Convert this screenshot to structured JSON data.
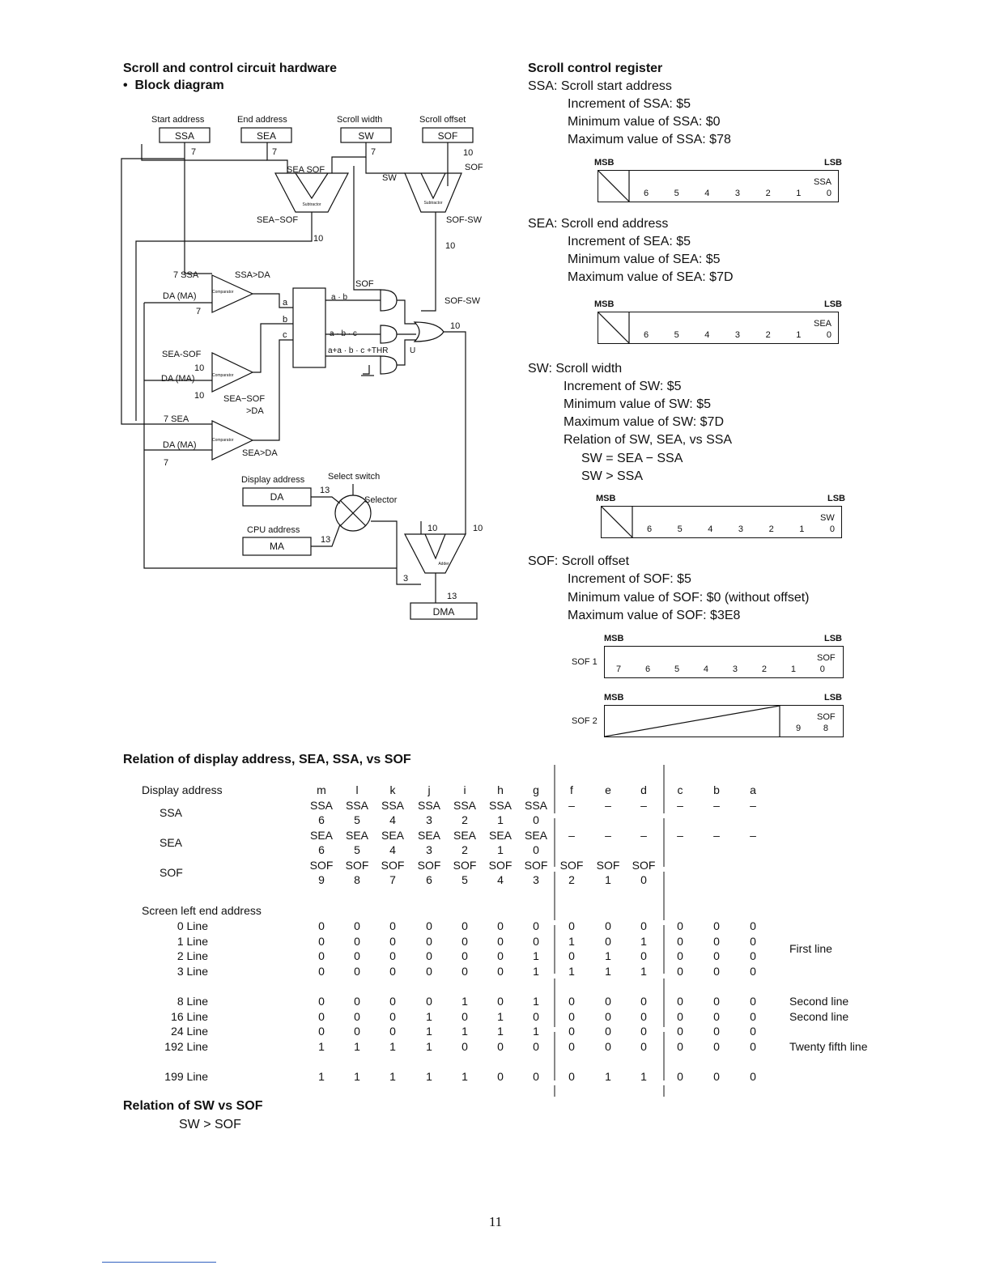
{
  "left_heading": "Scroll and control circuit hardware",
  "left_subheading": "Block diagram",
  "diagram": {
    "top_labels": [
      "Start address",
      "End address",
      "Scroll width",
      "Scroll offset"
    ],
    "top_regs": [
      "SSA",
      "SEA",
      "SW",
      "SOF"
    ],
    "labels": {
      "seven_a": "7",
      "seven_b": "7",
      "seven_c": "7",
      "ten_top": "10",
      "sof_side": "SOF",
      "sea_sof": "SEA SOF",
      "sw": "SW",
      "subtractor": "Subtractor",
      "sea_minus_sof": "SEA−SOF",
      "sof_sw": "SOF-SW",
      "ten_a": "10",
      "ten_b": "10",
      "ssa_in": "7  SSA",
      "ssa_gt_da": "SSA>DA",
      "comparator": "Comparator",
      "da_ma": "DA (MA)",
      "seven_d": "7",
      "sof_mid": "SOF",
      "ab": "a · b",
      "abc": "a · b · c",
      "long_expr": "a+a · b · c +THR",
      "u": "U",
      "sof_sw2": "SOF-SW",
      "ten_c": "10",
      "a": "a",
      "b": "b",
      "c": "c",
      "sea_sof2": "SEA-SOF",
      "ten_d": "10",
      "da_ma2": "DA (MA)",
      "ten_e": "10",
      "sea_sof_gt_da": "SEA−SOF",
      "gt_da": ">DA",
      "sea7": "7   SEA",
      "da_ma3": "DA (MA)",
      "sea_gt_da": "SEA>DA",
      "seven_e": "7",
      "display_address": "Display address",
      "select_switch": "Select switch",
      "da": "DA",
      "thirteen_a": "13",
      "selector": "Selector",
      "cpu_address": "CPU address",
      "ma": "MA",
      "thirteen_b": "13",
      "ten_f": "10",
      "ten_g": "10",
      "adder": "Adder",
      "three": "3",
      "thirteen_c": "13",
      "dma": "DMA"
    }
  },
  "right_heading": "Scroll control register",
  "registers": [
    {
      "lines": [
        "SSA:  Scroll start address",
        "Increment of SSA:  $5",
        "Minimum value of SSA:  $0",
        "Maximum value of SSA:  $78"
      ],
      "reg_name": "SSA",
      "bits": [
        "6",
        "5",
        "4",
        "3",
        "2",
        "1",
        "0"
      ]
    },
    {
      "lines": [
        "SEA:  Scroll end address",
        "Increment of SEA:  $5",
        "Minimum value of SEA:  $5",
        "Maximum value of SEA:  $7D"
      ],
      "reg_name": "SEA",
      "bits": [
        "6",
        "5",
        "4",
        "3",
        "2",
        "1",
        "0"
      ]
    },
    {
      "lines": [
        "SW:  Scroll width",
        "Increment of SW:  $5",
        "Minimum value of SW:  $5",
        "Maximum value of SW:  $7D",
        "Relation of SW, SEA, vs SSA",
        "SW = SEA − SSA",
        "SW > SSA"
      ],
      "reg_name": "SW",
      "bits": [
        "6",
        "5",
        "4",
        "3",
        "2",
        "1",
        "0"
      ]
    },
    {
      "lines": [
        "SOF:  Scroll offset",
        "Increment of SOF:  $5",
        "Minimum value of SOF:  $0 (without offset)",
        "Maximum value of SOF:  $3E8"
      ]
    }
  ],
  "msb": "MSB",
  "lsb": "LSB",
  "sof1": {
    "label": "SOF 1",
    "reg_name": "SOF",
    "bits": [
      "7",
      "6",
      "5",
      "4",
      "3",
      "2",
      "1",
      "0"
    ]
  },
  "sof2": {
    "label": "SOF 2",
    "reg_name": "SOF",
    "bits": [
      "9",
      "8"
    ]
  },
  "relation_heading": "Relation of display address, SEA, SSA, vs SOF",
  "table": {
    "col_letters": [
      "m",
      "l",
      "k",
      "j",
      "i",
      "h",
      "g",
      "f",
      "e",
      "d",
      "c",
      "b",
      "a"
    ],
    "header_rows": [
      {
        "label": "Display address"
      },
      {
        "label": "SSA",
        "top": [
          "SSA",
          "SSA",
          "SSA",
          "SSA",
          "SSA",
          "SSA",
          "SSA",
          "–",
          "–",
          "–",
          "–",
          "–",
          "–"
        ],
        "bottom": [
          "6",
          "5",
          "4",
          "3",
          "2",
          "1",
          "0",
          "",
          "",
          "",
          "",
          "",
          ""
        ]
      },
      {
        "label": "SEA",
        "top": [
          "SEA",
          "SEA",
          "SEA",
          "SEA",
          "SEA",
          "SEA",
          "SEA",
          "–",
          "–",
          "–",
          "–",
          "–",
          "–"
        ],
        "bottom": [
          "6",
          "5",
          "4",
          "3",
          "2",
          "1",
          "0",
          "",
          "",
          "",
          "",
          "",
          ""
        ]
      },
      {
        "label": "SOF",
        "top": [
          "SOF",
          "SOF",
          "SOF",
          "SOF",
          "SOF",
          "SOF",
          "SOF",
          "SOF",
          "SOF",
          "SOF",
          "",
          "",
          ""
        ],
        "bottom": [
          "9",
          "8",
          "7",
          "6",
          "5",
          "4",
          "3",
          "2",
          "1",
          "0",
          "",
          "",
          ""
        ]
      }
    ],
    "screen_label": "Screen left end address",
    "rows": [
      {
        "label": "0 Line",
        "values": [
          "0",
          "0",
          "0",
          "0",
          "0",
          "0",
          "0",
          "0",
          "0",
          "0",
          "0",
          "0",
          "0"
        ],
        "note": ""
      },
      {
        "label": "1 Line",
        "values": [
          "0",
          "0",
          "0",
          "0",
          "0",
          "0",
          "0",
          "1",
          "0",
          "1",
          "0",
          "0",
          "0"
        ],
        "note": ""
      },
      {
        "label": "2 Line",
        "values": [
          "0",
          "0",
          "0",
          "0",
          "0",
          "0",
          "1",
          "0",
          "1",
          "0",
          "0",
          "0",
          "0"
        ],
        "note": "First line"
      },
      {
        "label": "3 Line",
        "values": [
          "0",
          "0",
          "0",
          "0",
          "0",
          "0",
          "1",
          "1",
          "1",
          "1",
          "0",
          "0",
          "0"
        ],
        "note": ""
      },
      {
        "label": "8 Line",
        "values": [
          "0",
          "0",
          "0",
          "0",
          "1",
          "0",
          "1",
          "0",
          "0",
          "0",
          "0",
          "0",
          "0"
        ],
        "note": "Second line"
      },
      {
        "label": "16 Line",
        "values": [
          "0",
          "0",
          "0",
          "1",
          "0",
          "1",
          "0",
          "0",
          "0",
          "0",
          "0",
          "0",
          "0"
        ],
        "note": "Second line"
      },
      {
        "label": "24 Line",
        "values": [
          "0",
          "0",
          "0",
          "1",
          "1",
          "1",
          "1",
          "0",
          "0",
          "0",
          "0",
          "0",
          "0"
        ],
        "note": ""
      },
      {
        "label": "192 Line",
        "values": [
          "1",
          "1",
          "1",
          "1",
          "0",
          "0",
          "0",
          "0",
          "0",
          "0",
          "0",
          "0",
          "0"
        ],
        "note": "Twenty fifth line"
      },
      {
        "label": "199 Line",
        "values": [
          "1",
          "1",
          "1",
          "1",
          "1",
          "0",
          "0",
          "0",
          "1",
          "1",
          "0",
          "0",
          "0"
        ],
        "note": ""
      }
    ]
  },
  "sw_sof_heading": "Relation of SW vs SOF",
  "sw_sof_relation": "SW > SOF",
  "page_number": "11"
}
